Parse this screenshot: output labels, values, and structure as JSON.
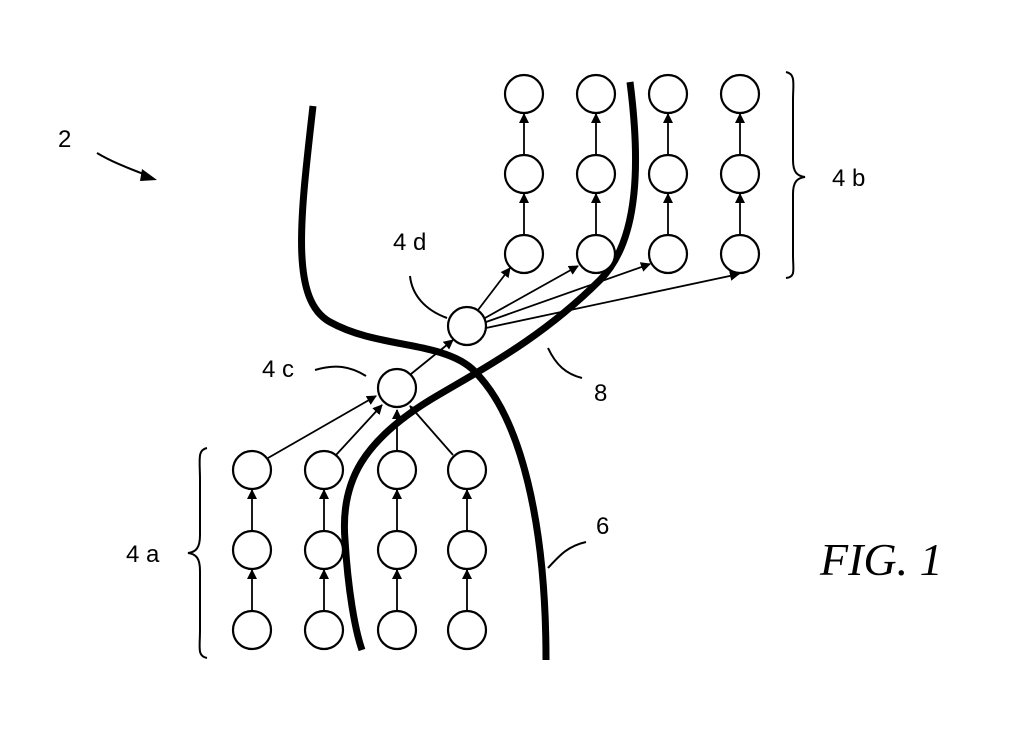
{
  "labels": {
    "figure_ref": "2",
    "group_a": "4 a",
    "group_b": "4 b",
    "node_c": "4 c",
    "node_d": "4 d",
    "boundary_6": "6",
    "boundary_8": "8",
    "figure_caption": "FIG. 1"
  },
  "colors": {
    "ink": "#000000",
    "background": "#ffffff"
  }
}
